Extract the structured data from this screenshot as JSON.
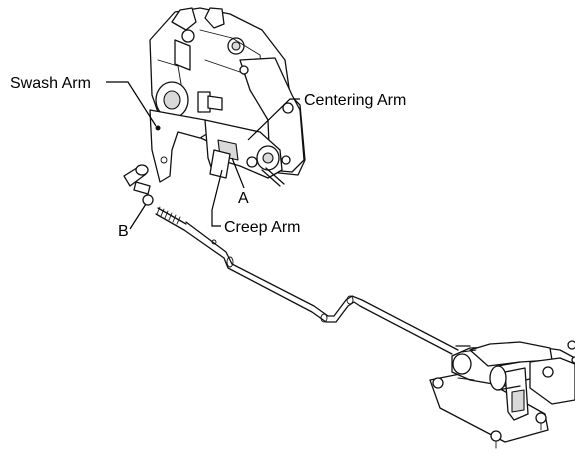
{
  "callouts": {
    "swash_arm": "Swash Arm",
    "centering_arm": "Centering Arm",
    "creep_arm": "Creep Arm",
    "a": "A",
    "b": "B"
  }
}
